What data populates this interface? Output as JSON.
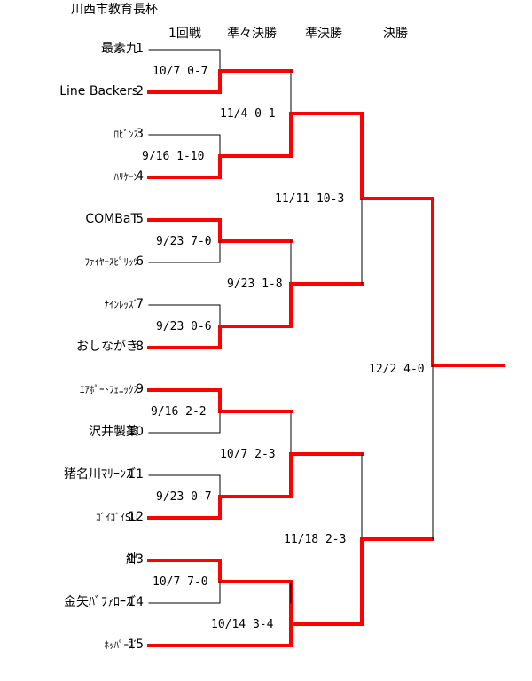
{
  "title": "川西市教育長杯",
  "rounds": {
    "r1": "1回戦",
    "r2": "準々決勝",
    "r3": "準決勝",
    "r4": "決勝"
  },
  "teams": [
    {
      "seed": "1",
      "name": "最素九"
    },
    {
      "seed": "2",
      "name": "Line Backers"
    },
    {
      "seed": "3",
      "name": "ﾛﾋﾞﾝｽ"
    },
    {
      "seed": "4",
      "name": "ﾊﾘｹｰﾝ"
    },
    {
      "seed": "5",
      "name": "COMBaT"
    },
    {
      "seed": "6",
      "name": "ﾌｧｲﾔｰｽﾋﾟﾘｯﾂ"
    },
    {
      "seed": "7",
      "name": "ﾅｲﾝﾚｯｽﾞ"
    },
    {
      "seed": "8",
      "name": "おしながき"
    },
    {
      "seed": "9",
      "name": "ｴｱﾎﾟｰﾄﾌｪﾆｯｸｽ"
    },
    {
      "seed": "10",
      "name": "沢井製薬"
    },
    {
      "seed": "11",
      "name": "猪名川ﾏﾘｰﾝｽﾞ"
    },
    {
      "seed": "12",
      "name": "ｺﾞｲｺﾞｲSU"
    },
    {
      "seed": "13",
      "name": "絆"
    },
    {
      "seed": "14",
      "name": "金矢ﾊﾞﾌｧﾛｰｽﾞ"
    },
    {
      "seed": "15",
      "name": "ﾎｯﾊﾟｰｽﾞ"
    }
  ],
  "results": {
    "r1_m1": "10/7  0-7",
    "r1_m2": "9/16  1-10",
    "r1_m3": "9/23 7-0",
    "r1_m4": "9/23 0-6",
    "r1_m5": "9/16  2-2",
    "r1_m6": "9/23 0-7",
    "r1_m7": "10/7  7-0",
    "qf_m1": "11/4  0-1",
    "qf_m2": "9/23 1-8",
    "qf_m3": "10/7  2-3",
    "qf_m4": "10/14  3-4",
    "sf_m1": "11/11  10-3",
    "sf_m2": "11/18  2-3",
    "final": "12/2 4-0"
  },
  "colors": {
    "winner_line": "#ff0000",
    "loser_line": "#000000"
  }
}
